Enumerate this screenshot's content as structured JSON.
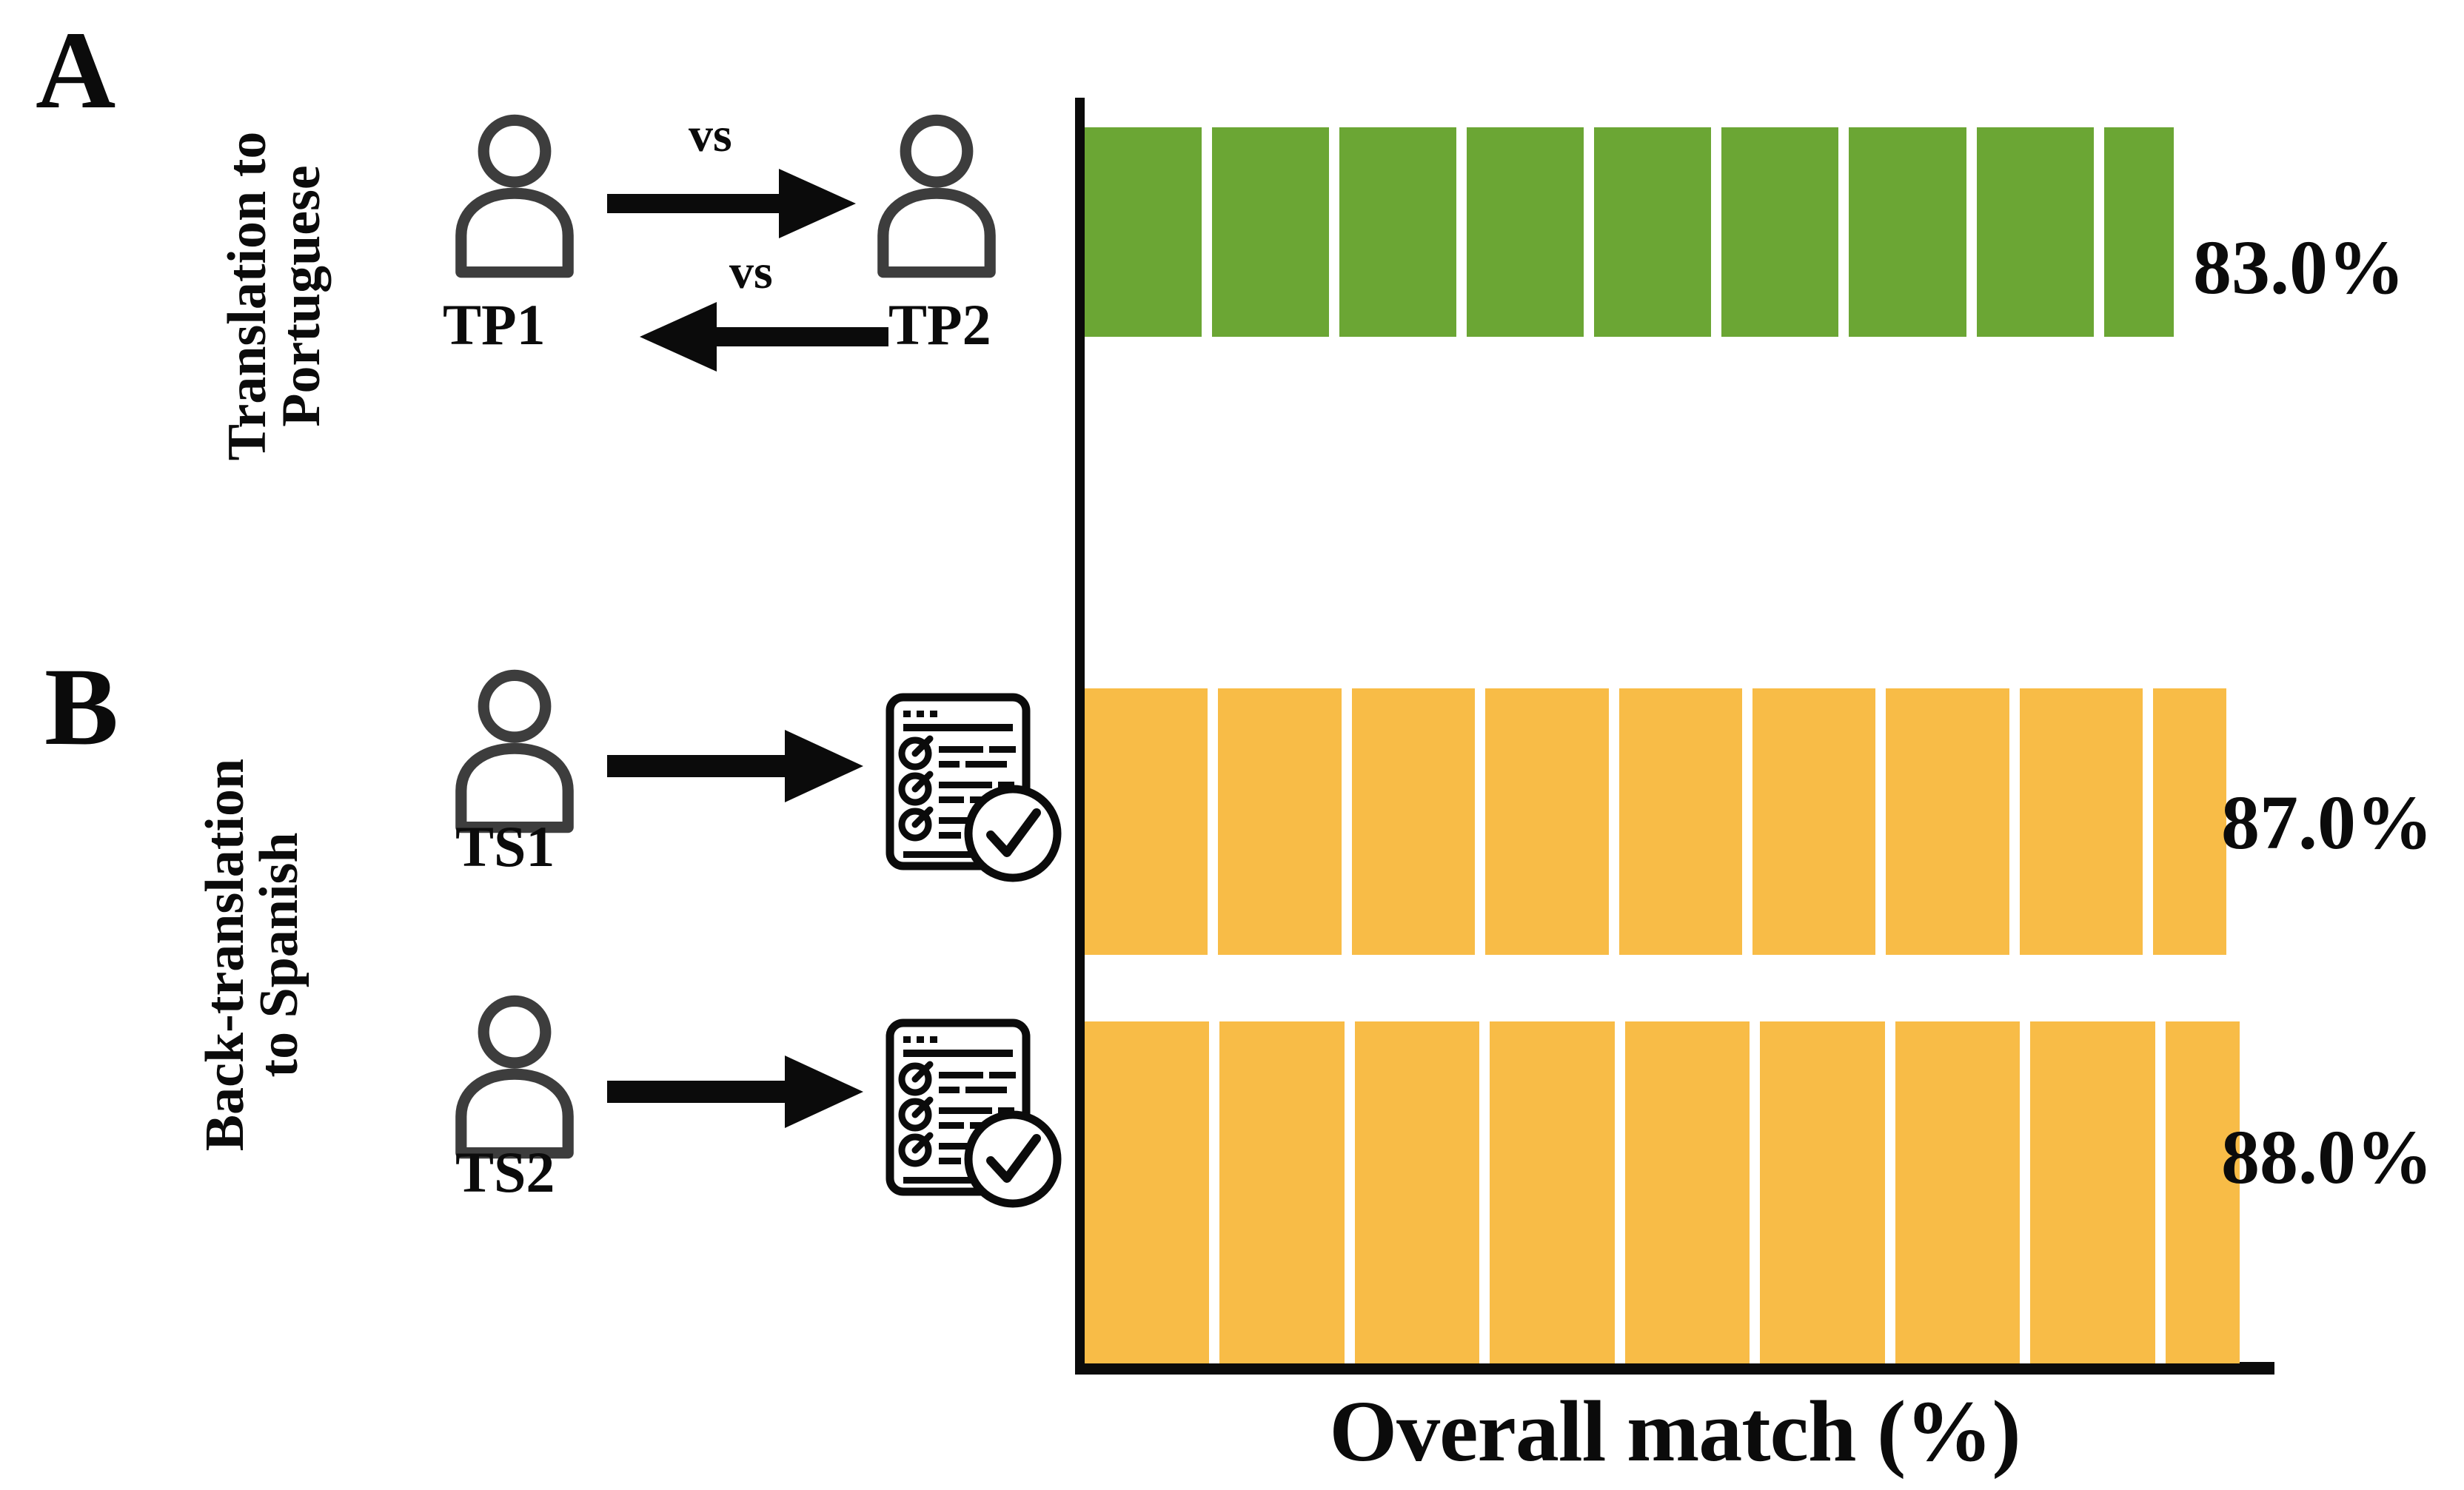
{
  "figure": {
    "panels": [
      {
        "letter": "A",
        "row_label_lines": [
          "Translation to",
          "Portuguese"
        ],
        "diagram": {
          "type": "two-rater-comparison",
          "left_actor": "TP1",
          "right_actor": "TP2",
          "arrow_top_label": "vs",
          "arrow_bottom_label": "vs"
        }
      },
      {
        "letter": "B",
        "row_label_lines": [
          "Back-translation",
          "to Spanish"
        ],
        "diagram": {
          "type": "rater-to-questionnaire",
          "actors": [
            "TS1",
            "TS2"
          ]
        }
      }
    ]
  },
  "chart_data": {
    "type": "bar",
    "orientation": "horizontal",
    "title": "",
    "xlabel": "Overall match (%)",
    "ylabel": "",
    "xlim": [
      0,
      100
    ],
    "grid": false,
    "legend": false,
    "segments_per_bar": 9,
    "categories": [
      "TP1 vs TP2",
      "TS1",
      "TS2"
    ],
    "values": [
      83.0,
      87.0,
      88.0
    ],
    "value_labels": [
      "83.0%",
      "87.0%",
      "88.0%"
    ],
    "bar_colors": [
      "#6BA634",
      "#F8BC47",
      "#F8BC47"
    ],
    "series": [
      {
        "name": "Translation to Portuguese",
        "color": "#6BA634",
        "bars": [
          {
            "category": "TP1 vs TP2",
            "value": 83.0,
            "label": "83.0%"
          }
        ]
      },
      {
        "name": "Back-translation to Spanish",
        "color": "#F8BC47",
        "bars": [
          {
            "category": "TS1",
            "value": 87.0,
            "label": "87.0%"
          },
          {
            "category": "TS2",
            "value": 88.0,
            "label": "88.0%"
          }
        ]
      }
    ]
  },
  "colors": {
    "green": "#6BA634",
    "orange": "#F8BC47",
    "axis": "#0b0b0b",
    "icon_outline": "#3d3d3d",
    "text": "#0b0b0b",
    "background": "#ffffff"
  },
  "icons": {
    "person": "person-icon",
    "questionnaire": "checklist-document-icon",
    "check": "check-circle-icon",
    "arrow_right": "arrow-right-icon",
    "arrow_left": "arrow-left-icon"
  }
}
